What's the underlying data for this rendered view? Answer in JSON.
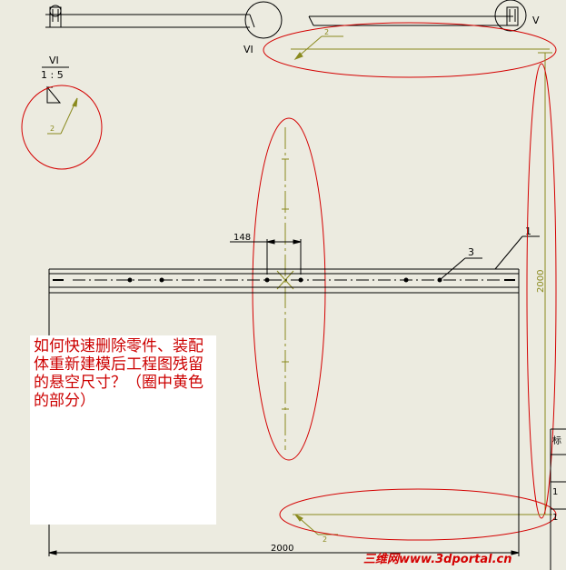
{
  "drawing": {
    "view_label_v": "V",
    "view_label_vi": "VI",
    "detail_view": {
      "name": "VI",
      "scale": "1 : 5"
    },
    "dimensions": {
      "width_bottom": "2000",
      "height_right": "2000",
      "hole_spacing": "148",
      "weld_size_top": "2",
      "weld_size_detail": "2",
      "weld_size_bottom": "2"
    },
    "balloons": {
      "item_3": "3",
      "item_1": "1"
    },
    "title_block_fragments": [
      "标",
      "1",
      "1"
    ]
  },
  "question": {
    "text": "如何快速删除零件、装配体重新建模后工程图残留的悬空尺寸？（圈中黄色的部分）"
  },
  "watermark": {
    "text": "三维网www.3dportal.cn"
  },
  "colors": {
    "background": "#ecebe0",
    "line": "#000000",
    "dangling_dimension": "#8a8a1e",
    "highlight_circle": "#d40000",
    "question_text": "#cc0000"
  }
}
